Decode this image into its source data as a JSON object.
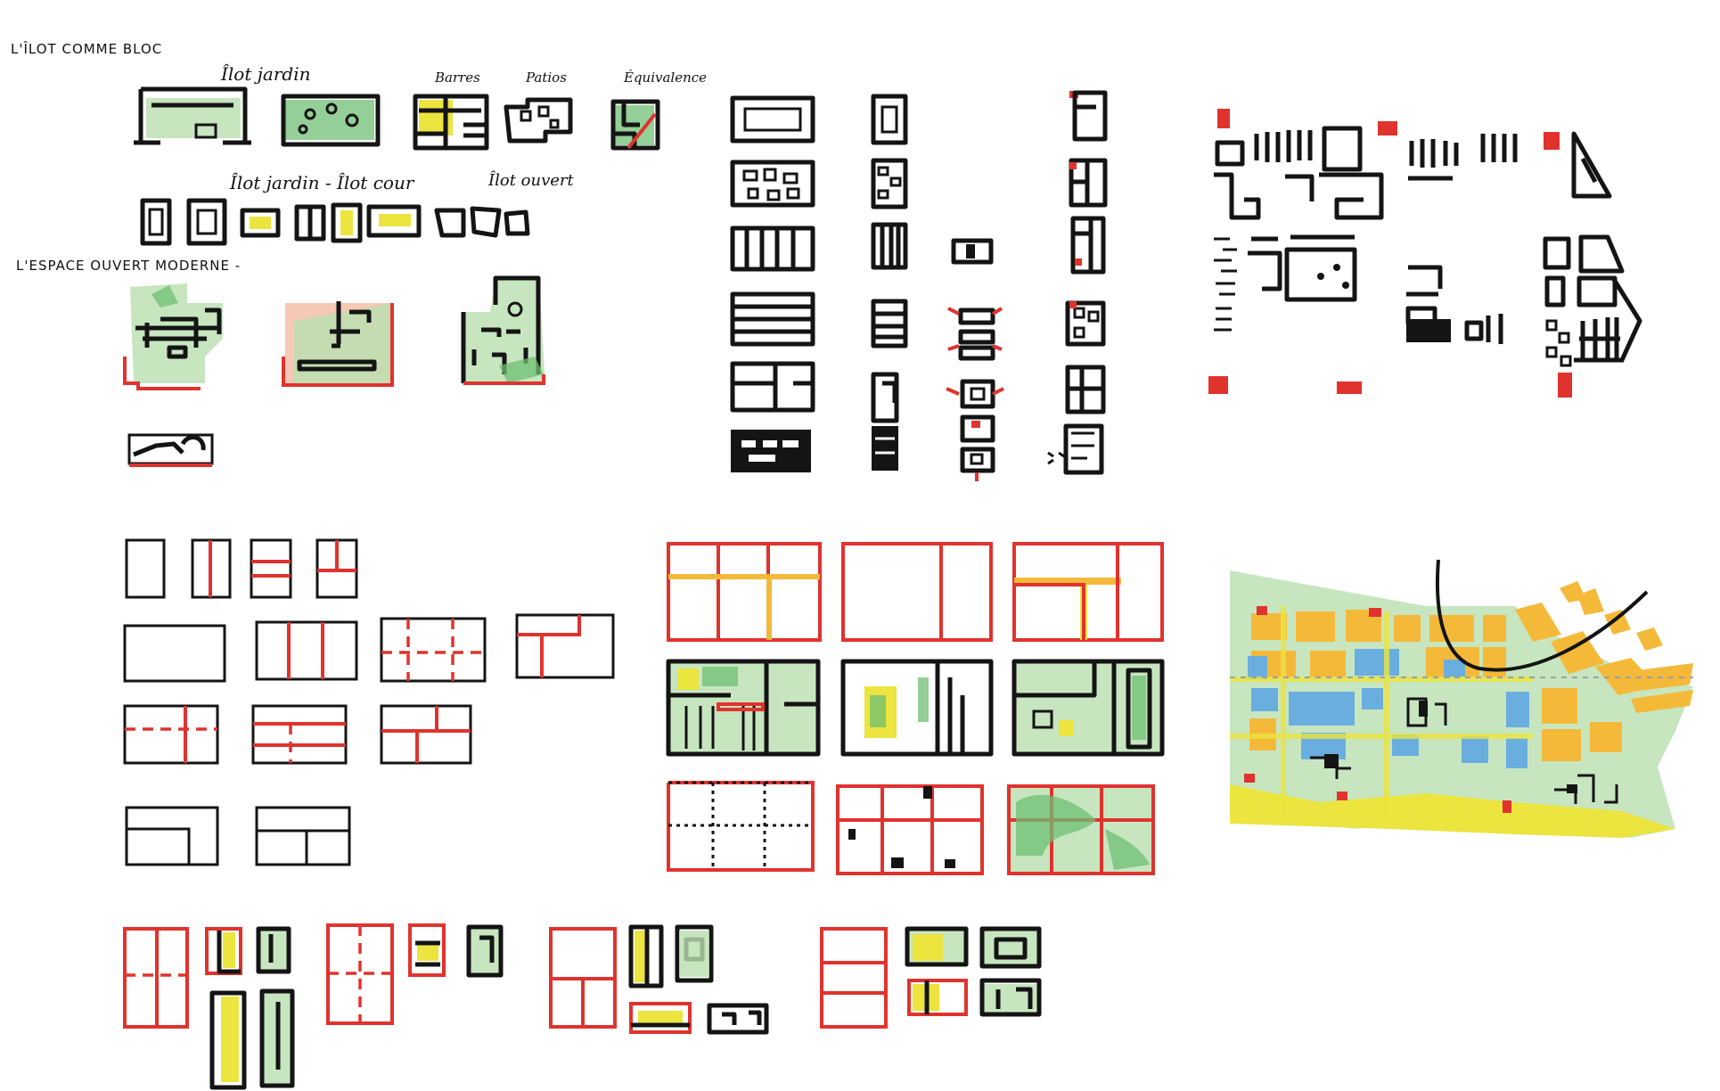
{
  "labels": {
    "heading_1": "L'ÎLOT COMME BLOC",
    "ilot_jardin": "Îlot jardin",
    "barres": "Barres",
    "patios": "Patios",
    "equivalence": "Équivalence",
    "ilot_jardin_cour": "Îlot jardin - Îlot cour",
    "ilot_ouvert": "Îlot ouvert",
    "heading_2": "L'ESPACE OUVERT MODERNE -"
  },
  "colors": {
    "ink": "#141414",
    "red": "#e0332e",
    "green": "#6fbf73",
    "yellow": "#ece43f",
    "orange": "#f5b93a",
    "blue": "#6aaee0",
    "background": "#ffffff"
  }
}
